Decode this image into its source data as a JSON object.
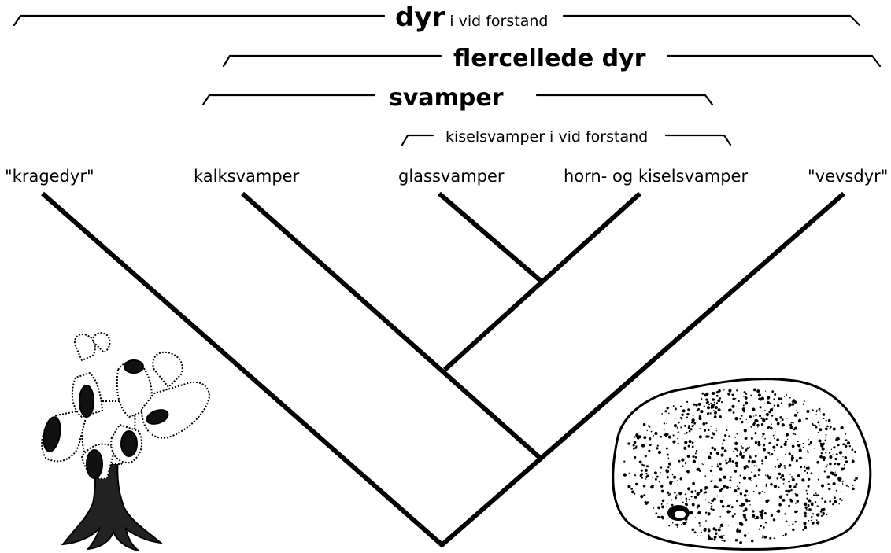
{
  "brackets": {
    "dyr": {
      "bold": "dyr",
      "rest": "i vid forstand"
    },
    "flercellede": "flercellede dyr",
    "svamper": "svamper",
    "kisel": "kiselsvamper i vid forstand"
  },
  "taxa": {
    "kragedyr": "\"kragedyr\"",
    "kalksvamper": "kalksvamper",
    "glassvamper": "glassvamper",
    "hornkisel": "horn- og kiselsvamper",
    "vevsdyr": "\"vevsdyr\""
  },
  "illustrations": {
    "left": "sponge-colony-drawing",
    "right": "encrusting-sponge-drawing"
  }
}
